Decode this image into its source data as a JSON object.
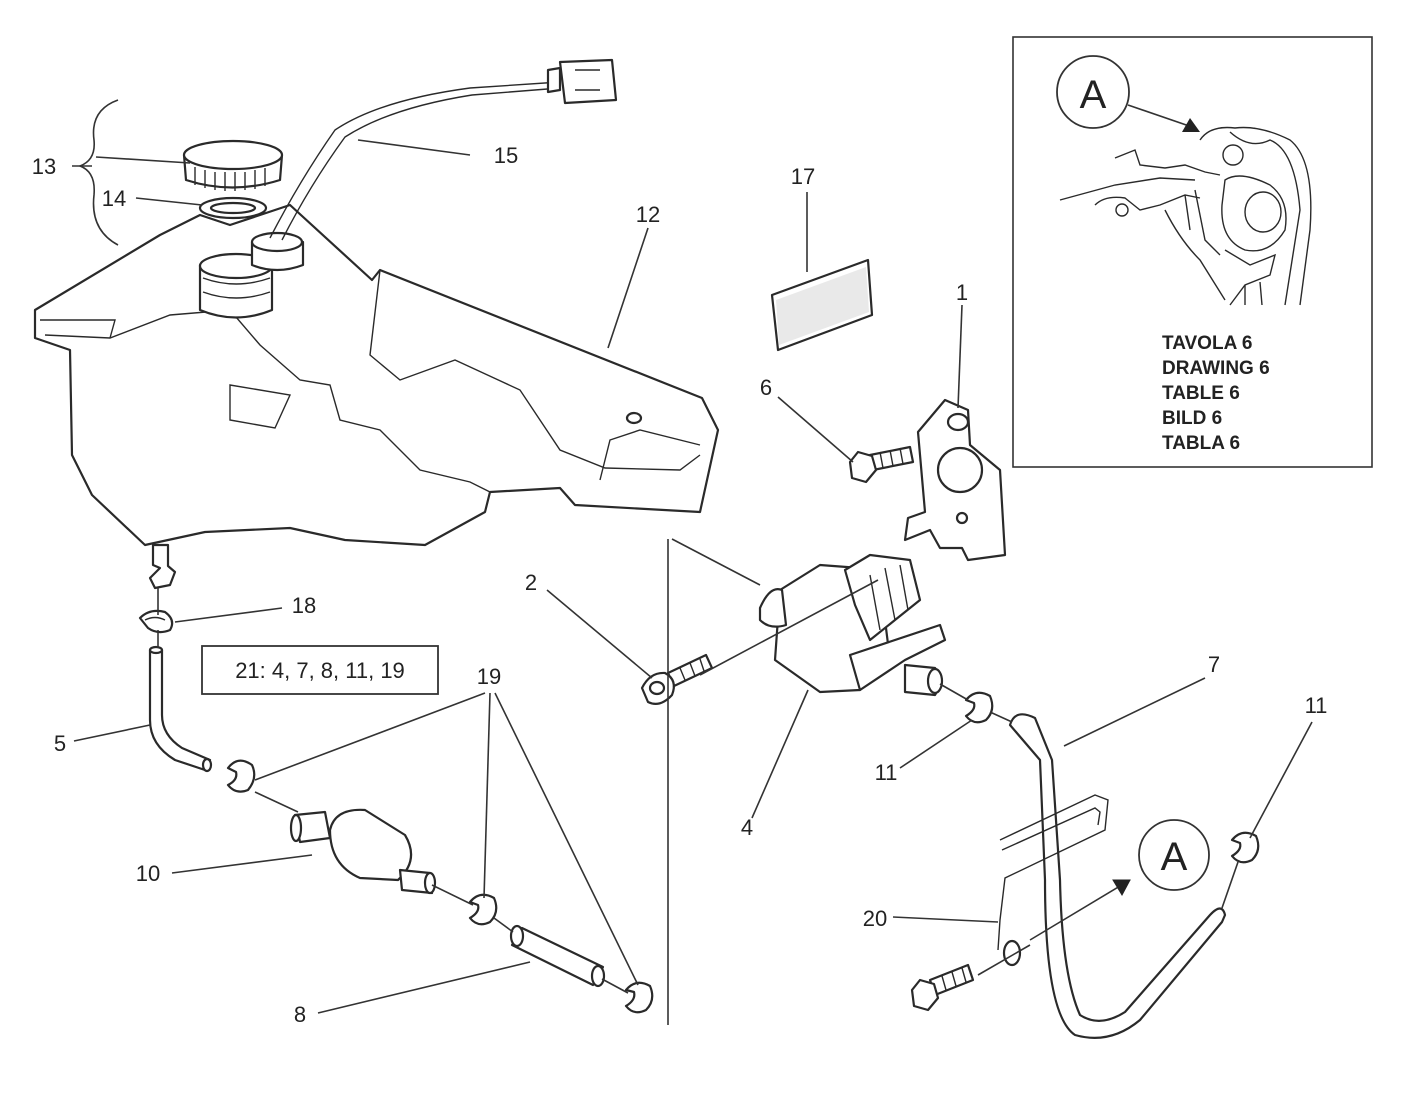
{
  "callouts": {
    "c1": "1",
    "c2": "2",
    "c4": "4",
    "c5": "5",
    "c6": "6",
    "c7": "7",
    "c8": "8",
    "c10": "10",
    "c11a": "11",
    "c11b": "11",
    "c12": "12",
    "c13": "13",
    "c14": "14",
    "c15": "15",
    "c17": "17",
    "c18": "18",
    "c19": "19",
    "c20": "20"
  },
  "kit_note": "21: 4, 7, 8, 11, 19",
  "detail_marker": "A",
  "detail_box": {
    "marker": "A",
    "references": [
      "TAVOLA 6",
      "DRAWING 6",
      "TABLE 6",
      "BILD 6",
      "TABLA 6"
    ]
  }
}
